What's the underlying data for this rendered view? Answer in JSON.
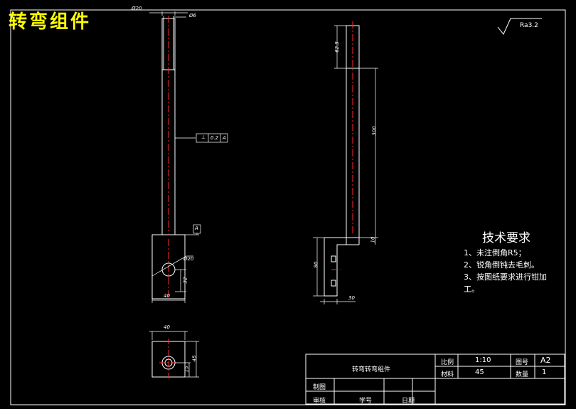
{
  "header": {
    "title": "转弯组件"
  },
  "view1": {
    "dia_top": "Ø20",
    "dia_inner": "Ø6",
    "tol_perp": "⊥",
    "tol_value": "0.2",
    "tol_datum": "A",
    "datum_label": "A",
    "hole_dia": "Ø20",
    "dim_offset": "32",
    "dim_width": "40"
  },
  "view2": {
    "dim_top": "62.5",
    "dim_length": "300",
    "dim_step": "10",
    "dim_height": "80",
    "dim_base": "30"
  },
  "view3": {
    "dim_width": "40",
    "dim_total": "45",
    "dim_small": "15"
  },
  "roughness": {
    "value": "Ra3.2"
  },
  "tech_requirements": {
    "title": "技术要求",
    "items": [
      "1、未注倒角R5；",
      "2、锐角倒钝去毛刺。",
      "3、按图纸要求进行钳加",
      "工。"
    ]
  },
  "title_block": {
    "part_name": "转弯转弯组件",
    "scale_label": "比例",
    "scale_value": "1:10",
    "drawing_no_label": "图号",
    "drawing_no_value": "A2",
    "material_label": "材料",
    "material_value": "45",
    "quantity_label": "数量",
    "quantity_value": "1",
    "drafter_label": "制图",
    "reviewer_label": "审核",
    "school_label": "学号",
    "date_label": "日期"
  }
}
